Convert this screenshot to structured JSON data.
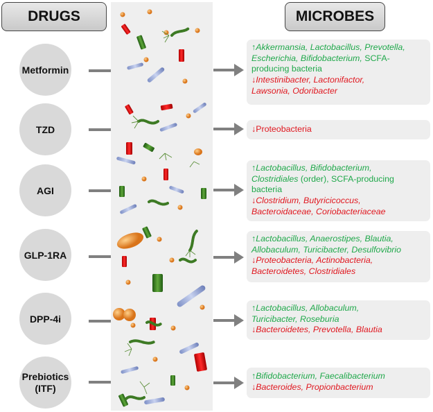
{
  "headers": {
    "drugs": "DRUGS",
    "microbes": "MICROBES"
  },
  "drugs": [
    {
      "name": "Metformin",
      "lines": [
        [
          {
            "t": "↑",
            "c": "g"
          },
          {
            "t": "Akkermansia, Lactobacillus, Prevotella,",
            "c": "g",
            "i": true
          }
        ],
        [
          {
            "t": "Escherichia, Bifidobacterium,",
            "c": "g",
            "i": true
          },
          {
            "t": " SCFA-",
            "c": "g"
          }
        ],
        [
          {
            "t": "producing bacteria",
            "c": "g"
          }
        ],
        [
          {
            "t": "↓",
            "c": "r"
          },
          {
            "t": "Intestinibacter, Lactonifactor,",
            "c": "r",
            "i": true
          }
        ],
        [
          {
            "t": "Lawsonia, Odoribacter",
            "c": "r",
            "i": true
          }
        ]
      ]
    },
    {
      "name": "TZD",
      "lines": [
        [
          {
            "t": "↓Proteobacteria",
            "c": "r"
          }
        ]
      ]
    },
    {
      "name": "AGI",
      "lines": [
        [
          {
            "t": "↑",
            "c": "g"
          },
          {
            "t": "Lactobacillus, Bifidobacterium,",
            "c": "g",
            "i": true
          }
        ],
        [
          {
            "t": "Clostridiales",
            "c": "g",
            "i": true
          },
          {
            "t": " (order), SCFA-producing",
            "c": "g"
          }
        ],
        [
          {
            "t": "bacteria",
            "c": "g"
          }
        ],
        [
          {
            "t": "↓",
            "c": "r"
          },
          {
            "t": "Clostridium, Butyricicoccus,",
            "c": "r",
            "i": true
          }
        ],
        [
          {
            "t": "Bacteroidaceae, Coriobacteriaceae",
            "c": "r",
            "i": true
          }
        ]
      ]
    },
    {
      "name": "GLP-1RA",
      "lines": [
        [
          {
            "t": "↑",
            "c": "g"
          },
          {
            "t": "Lactobacillus, Anaerostipes, Blautia,",
            "c": "g",
            "i": true
          }
        ],
        [
          {
            "t": "Allobaculum, Turicibacter, Desulfovibrio",
            "c": "g",
            "i": true
          }
        ],
        [
          {
            "t": "↓",
            "c": "r"
          },
          {
            "t": "Proteobacteria, Actinobacteria,",
            "c": "r",
            "i": true
          }
        ],
        [
          {
            "t": "Bacteroidetes, Clostridiales",
            "c": "r",
            "i": true
          }
        ]
      ]
    },
    {
      "name": "DPP-4i",
      "lines": [
        [
          {
            "t": "↑",
            "c": "g"
          },
          {
            "t": "Lactobacillus, Allobaculum,",
            "c": "g",
            "i": true
          }
        ],
        [
          {
            "t": "Turicibacter, Roseburia",
            "c": "g",
            "i": true
          }
        ],
        [
          {
            "t": "↓",
            "c": "r"
          },
          {
            "t": "Bacteroidetes, Prevotella, Blautia",
            "c": "r",
            "i": true
          }
        ]
      ]
    },
    {
      "name": "Prebiotics\n(ITF)",
      "lines": [
        [
          {
            "t": "↑",
            "c": "g"
          },
          {
            "t": "Bifidobacterium, Faecalibacterium",
            "c": "g",
            "i": true
          }
        ],
        [
          {
            "t": "↓",
            "c": "r"
          },
          {
            "t": "Bacteroides, Propionbacterium",
            "c": "r",
            "i": true
          }
        ]
      ]
    }
  ],
  "colors": {
    "increase": "#1fa84a",
    "decrease": "#e0171f",
    "circle": "#d9d9d9",
    "panel": "#efefef"
  }
}
